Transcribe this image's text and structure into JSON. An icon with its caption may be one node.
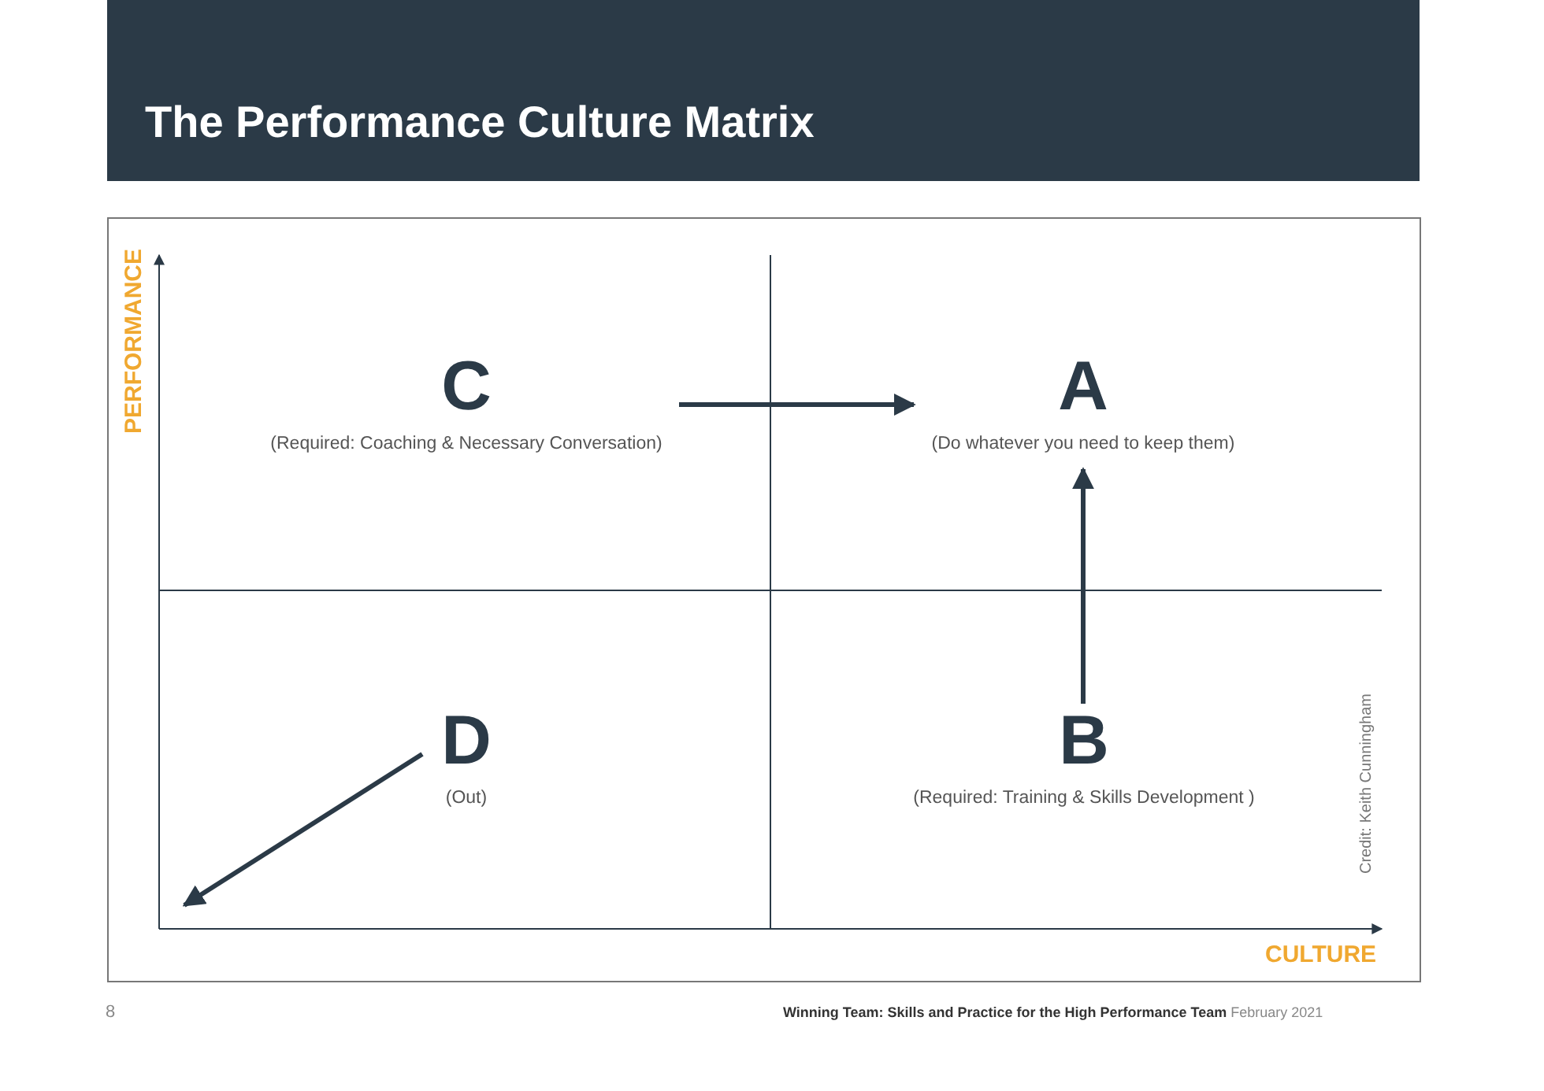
{
  "diagram": {
    "title": "The Performance Culture Matrix",
    "nodes": [
      {
        "text": [
          "C",
          "(Required: Coaching & Necessary Conversation)"
        ]
      },
      {
        "text": [
          "A",
          "(Do whatever you need to keep them)"
        ]
      },
      {
        "text": [
          "D",
          "(Out)"
        ]
      },
      {
        "text": [
          "B",
          "(Required: Training & Skills Development )"
        ]
      }
    ],
    "edges": [
      {
        "from": 0,
        "to": 1,
        "arrow": "to"
      },
      {
        "from": 3,
        "to": 1,
        "arrow": "to"
      },
      {
        "from": 2,
        "to": null,
        "arrow": "to"
      }
    ],
    "labels": [
      "PERFORMANCE",
      "CULTURE",
      "Credit: Keith Cunningham",
      "8",
      "**Winning Team: Skills and Practice for the High Performance Team** February 2021"
    ]
  }
}
